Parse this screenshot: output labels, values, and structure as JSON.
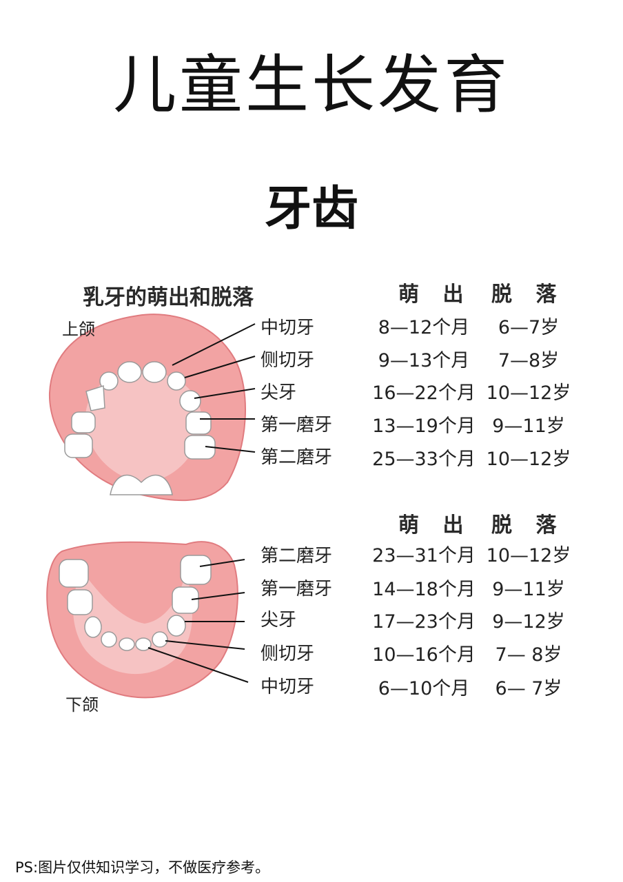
{
  "title": "儿童生长发育",
  "subtitle": "牙齿",
  "figure_title": "乳牙的萌出和脱落",
  "upper": {
    "jaw_label": "上颌",
    "header": {
      "erupt": "萌 出",
      "fall": "脱 落"
    },
    "rows": [
      {
        "tooth": "中切牙",
        "erupt": "8—12个月",
        "fall": "6—7岁"
      },
      {
        "tooth": "侧切牙",
        "erupt": "9—13个月",
        "fall": "7—8岁"
      },
      {
        "tooth": "尖牙",
        "erupt": "16—22个月",
        "fall": "10—12岁"
      },
      {
        "tooth": "第一磨牙",
        "erupt": "13—19个月",
        "fall": "9—11岁"
      },
      {
        "tooth": "第二磨牙",
        "erupt": "25—33个月",
        "fall": "10—12岁"
      }
    ]
  },
  "lower": {
    "jaw_label": "下颌",
    "header": {
      "erupt": "萌 出",
      "fall": "脱 落"
    },
    "rows": [
      {
        "tooth": "第二磨牙",
        "erupt": "23—31个月",
        "fall": "10—12岁"
      },
      {
        "tooth": "第一磨牙",
        "erupt": "14—18个月",
        "fall": "9—11岁"
      },
      {
        "tooth": "尖牙",
        "erupt": "17—23个月",
        "fall": "9—12岁"
      },
      {
        "tooth": "侧切牙",
        "erupt": "10—16个月",
        "fall": "7— 8岁"
      },
      {
        "tooth": "中切牙",
        "erupt": "6—10个月",
        "fall": "6— 7岁"
      }
    ]
  },
  "note": "PS:图片仅供知识学习，不做医疗参考。",
  "colors": {
    "gum": "#f2a3a3",
    "gum_dark": "#e07b7f",
    "palate": "#f6c3c3",
    "tooth": "#ffffff",
    "tooth_outline": "#9a9a9a"
  }
}
